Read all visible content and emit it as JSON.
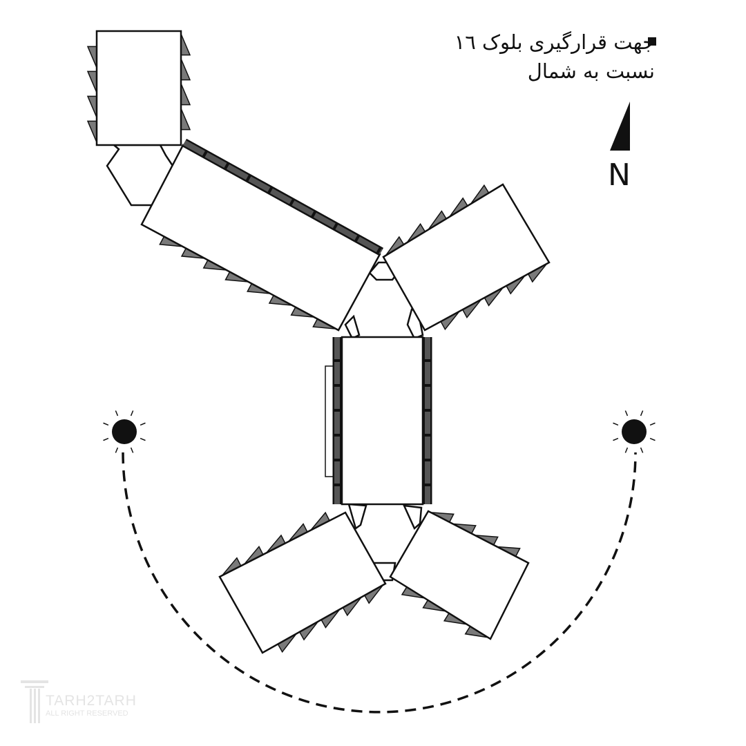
{
  "legend": {
    "line1": "جهت قرارگیری بلوک ١٦",
    "line2": "نسبت به شمال"
  },
  "north_label": "N",
  "watermark": {
    "brand": "TARH2TARH",
    "rights": "ALL RIGHT RESERVED"
  },
  "colors": {
    "tooth": "#7a7a7a",
    "band": "#555555",
    "line": "#111111"
  }
}
